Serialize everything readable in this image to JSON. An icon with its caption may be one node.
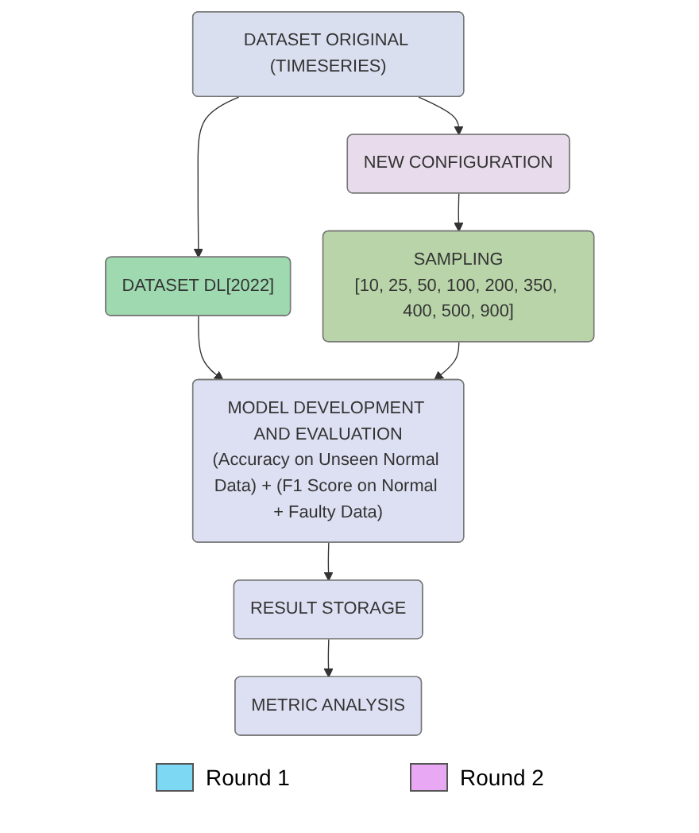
{
  "diagram": {
    "nodes": [
      {
        "text": [
          "DATASET ORIGINAL (TIMESERIES)"
        ]
      },
      {
        "text": [
          "NEW CONFIGURATION"
        ]
      },
      {
        "text": [
          "DATASET DL[2022]"
        ]
      },
      {
        "text": [
          "SAMPLING",
          "[10, 25, 50, 100, 200, 350, 400, 500, 900]"
        ]
      },
      {
        "text": [
          "MODEL DEVELOPMENT AND EVALUATION",
          "(Accuracy on Unseen Normal Data) + (F1 Score on Normal + Faulty Data)"
        ]
      },
      {
        "text": [
          "RESULT STORAGE"
        ]
      },
      {
        "text": [
          "METRIC ANALYSIS"
        ]
      }
    ],
    "edges": [
      {
        "from": 0,
        "to": 2,
        "arrow": "to"
      },
      {
        "from": 0,
        "to": 1,
        "arrow": "to"
      },
      {
        "from": 1,
        "to": 3,
        "arrow": "to"
      },
      {
        "from": 2,
        "to": 4,
        "arrow": "to"
      },
      {
        "from": 3,
        "to": 4,
        "arrow": "to"
      },
      {
        "from": 4,
        "to": 5,
        "arrow": "to"
      },
      {
        "from": 5,
        "to": 6,
        "arrow": "to"
      }
    ],
    "legend": [
      {
        "text": "Round 1",
        "color": "#7dd8f4"
      },
      {
        "text": "Round 2",
        "color": "#e9a8f4"
      }
    ]
  }
}
